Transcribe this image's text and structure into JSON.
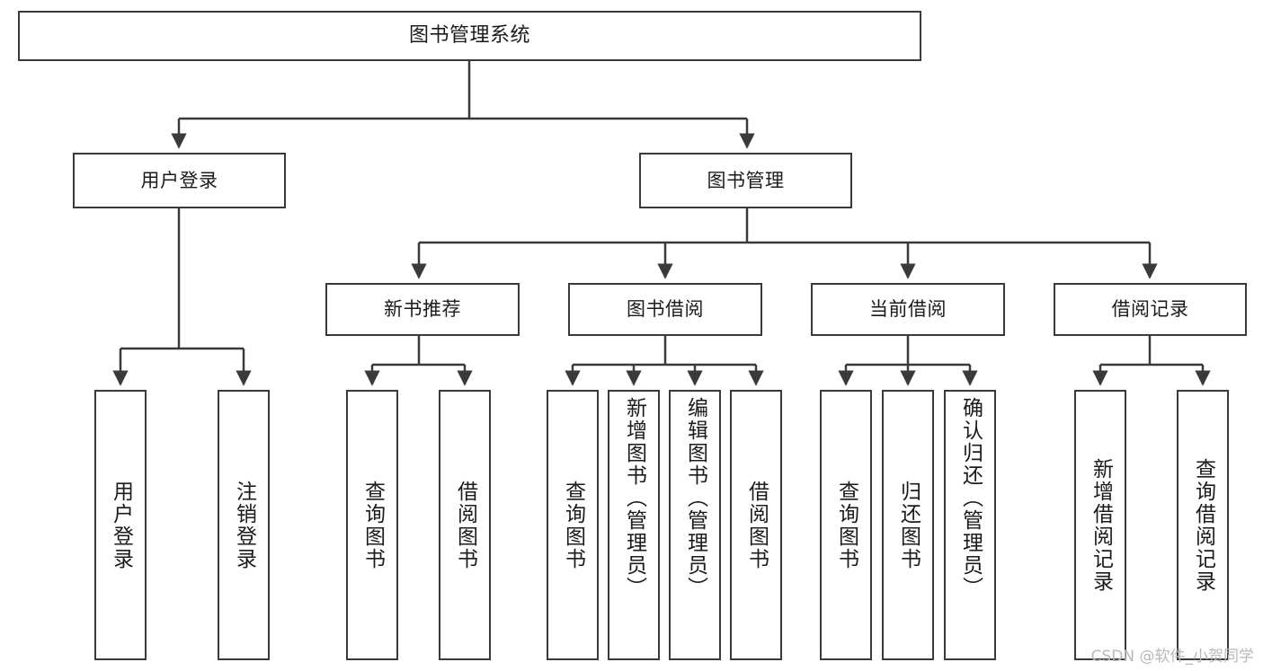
{
  "diagram": {
    "title": "图书管理系统",
    "type": "tree-hierarchy-functional-decomposition",
    "root": {
      "id": "root",
      "label": "图书管理系统"
    },
    "level2": [
      {
        "id": "user-login",
        "label": "用户登录"
      },
      {
        "id": "book-manage",
        "label": "图书管理"
      }
    ],
    "level3": [
      {
        "id": "new-book-rec",
        "label": "新书推荐"
      },
      {
        "id": "book-borrow",
        "label": "图书借阅"
      },
      {
        "id": "current-borrow",
        "label": "当前借阅"
      },
      {
        "id": "borrow-record",
        "label": "借阅记录"
      }
    ],
    "leaves": {
      "user_login": [
        {
          "id": "leaf-user-login",
          "label": "用户登录"
        },
        {
          "id": "leaf-logout",
          "label": "注销登录"
        }
      ],
      "new_book_rec": [
        {
          "id": "leaf-query-book-1",
          "label": "查询图书"
        },
        {
          "id": "leaf-borrow-book-1",
          "label": "借阅图书"
        }
      ],
      "book_borrow": [
        {
          "id": "leaf-query-book-2",
          "label": "查询图书"
        },
        {
          "id": "leaf-add-book",
          "label": "新增图书（管理员）"
        },
        {
          "id": "leaf-edit-book",
          "label": "编辑图书（管理员）"
        },
        {
          "id": "leaf-borrow-book-2",
          "label": "借阅图书"
        }
      ],
      "current_borrow": [
        {
          "id": "leaf-query-book-3",
          "label": "查询图书"
        },
        {
          "id": "leaf-return-book",
          "label": "归还图书"
        },
        {
          "id": "leaf-confirm-return",
          "label": "确认归还（管理员）"
        }
      ],
      "borrow_record": [
        {
          "id": "leaf-add-record",
          "label": "新增借阅记录"
        },
        {
          "id": "leaf-query-record",
          "label": "查询借阅记录"
        }
      ]
    }
  },
  "watermark": {
    "text": "CSDN @软件_小贺同学"
  },
  "colors": {
    "background": "#ffffff",
    "box_border": "#3a3a3a",
    "box_fill": "#ffffff",
    "text": "#1b1b1b",
    "connector": "#3a3a3a",
    "watermark": "#b9b9b9"
  }
}
